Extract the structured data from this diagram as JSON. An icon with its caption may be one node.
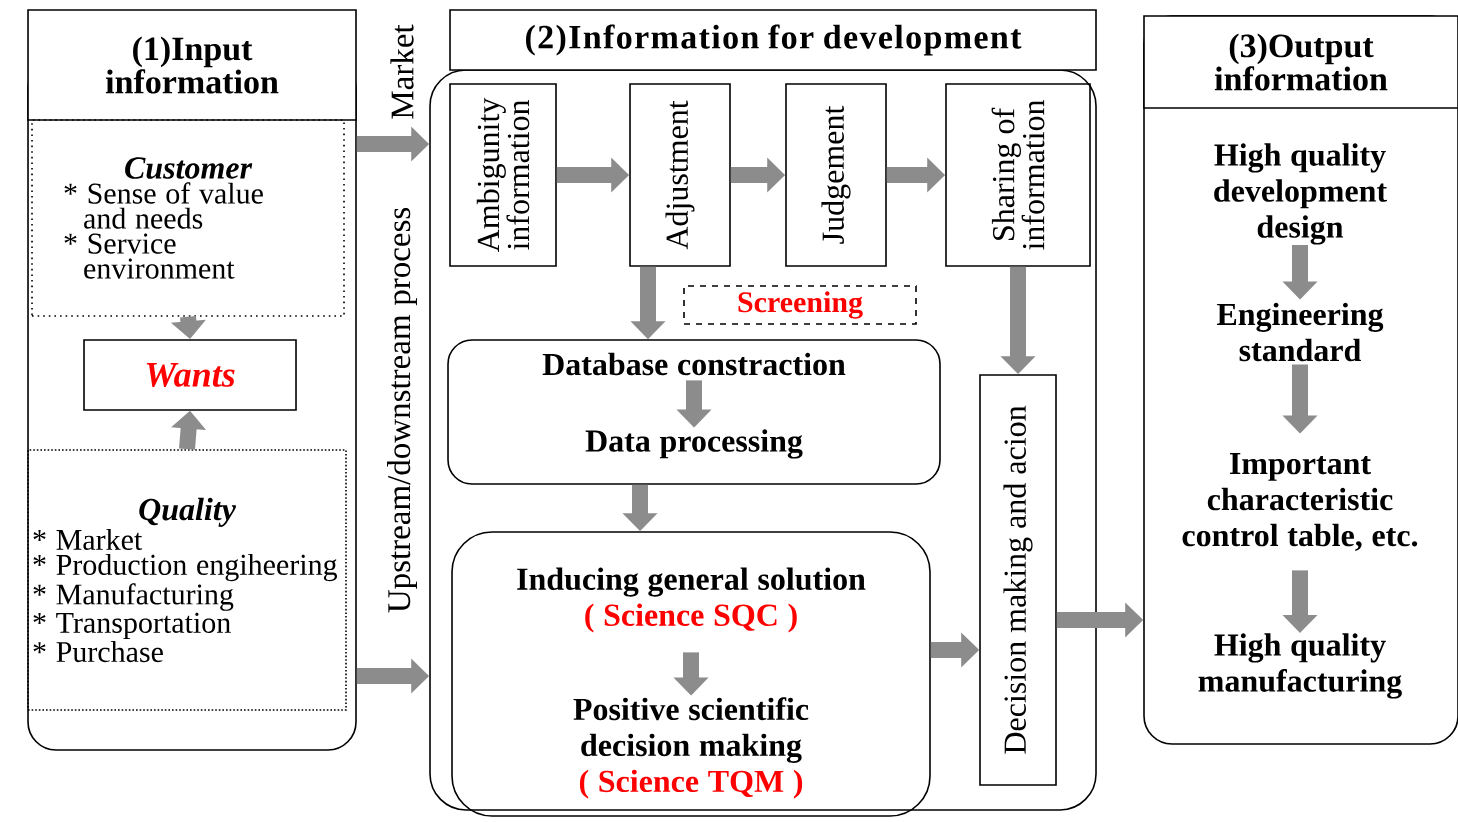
{
  "diagram": {
    "nodes": [
      {
        "text": [
          "(1)Input information"
        ]
      },
      {
        "text": [
          "Customer",
          "* Sense of value and needs",
          "* Service environment"
        ],
        "in": 0
      },
      {
        "text": [
          "Wants"
        ],
        "in": 0
      },
      {
        "text": [
          "Quality",
          "* Market",
          "* Production engiheering",
          "* Manufacturing",
          "* Transportation",
          "* Purchase"
        ],
        "in": 0
      },
      {
        "text": [
          "(2)Information for development"
        ]
      },
      {
        "text": [
          "Ambigunity information"
        ],
        "in": 4
      },
      {
        "text": [
          "Adjustment"
        ],
        "in": 4
      },
      {
        "text": [
          "Judgement"
        ],
        "in": 4
      },
      {
        "text": [
          "Sharing of information"
        ],
        "in": 4
      },
      {
        "text": [
          "Screening"
        ],
        "in": 4
      },
      {
        "text": [],
        "shape": "box",
        "in": 4
      },
      {
        "text": [
          "Database constraction"
        ],
        "in": 10
      },
      {
        "text": [
          "Data processing"
        ],
        "in": 10
      },
      {
        "text": [],
        "shape": "box",
        "in": 4
      },
      {
        "text": [
          "Inducing general solution",
          "( Science SQC )"
        ],
        "in": 13
      },
      {
        "text": [
          "Positive scientific decision making",
          "( Science TQM )"
        ],
        "in": 13
      },
      {
        "text": [
          "Decision making and acion"
        ],
        "in": 4
      },
      {
        "text": [
          "(3)Output information"
        ]
      },
      {
        "text": [
          "High quality development design"
        ],
        "in": 17
      },
      {
        "text": [
          "Engineering standard"
        ],
        "in": 17
      },
      {
        "text": [
          "Important characteristic control table, etc."
        ],
        "in": 17
      },
      {
        "text": [
          "High quality manufacturing"
        ],
        "in": 17
      }
    ],
    "edges": [
      {
        "from": 0,
        "to": 4,
        "arrow": "to",
        "label": "Market"
      },
      {
        "from": 0,
        "to": 4,
        "arrow": "to",
        "label": "Upstream/downstream process"
      },
      {
        "from": 1,
        "to": 2,
        "arrow": "to"
      },
      {
        "from": 3,
        "to": 2,
        "arrow": "to"
      },
      {
        "from": 5,
        "to": 6,
        "arrow": "to"
      },
      {
        "from": 6,
        "to": 7,
        "arrow": "to"
      },
      {
        "from": 7,
        "to": 8,
        "arrow": "to"
      },
      {
        "from": 6,
        "to": 10,
        "arrow": "to"
      },
      {
        "from": 8,
        "to": 16,
        "arrow": "to"
      },
      {
        "from": 11,
        "to": 12,
        "arrow": "to"
      },
      {
        "from": 10,
        "to": 13,
        "arrow": "to"
      },
      {
        "from": 14,
        "to": 15,
        "arrow": "to"
      },
      {
        "from": 13,
        "to": 16,
        "arrow": "to"
      },
      {
        "from": 16,
        "to": 17,
        "arrow": "to"
      },
      {
        "from": 18,
        "to": 19,
        "arrow": "to"
      },
      {
        "from": 19,
        "to": 20,
        "arrow": "to"
      },
      {
        "from": 20,
        "to": 21,
        "arrow": "to"
      }
    ]
  }
}
